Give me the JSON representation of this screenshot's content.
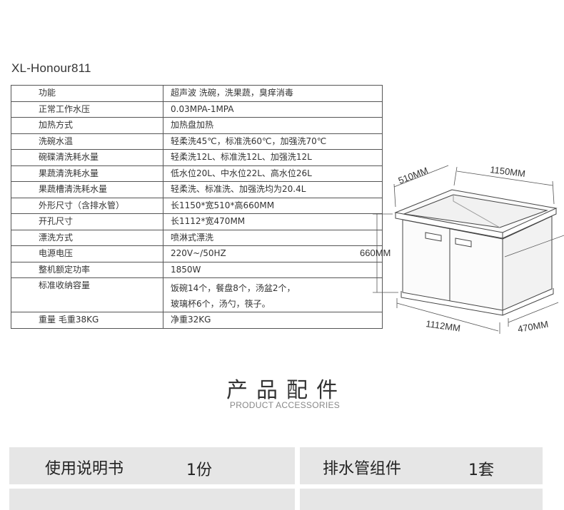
{
  "model": "XL-Honour811",
  "specs": [
    {
      "label": "功能",
      "value": "超声波 洗碗，洗果蔬，臭痒消毒"
    },
    {
      "label": "正常工作水压",
      "value": "0.03MPA-1MPA"
    },
    {
      "label": "加热方式",
      "value": "加热盘加热"
    },
    {
      "label": "洗碗水温",
      "value": "轻柔洗45℃，标准洗60℃，加强洗70℃"
    },
    {
      "label": "碗碟清洗耗水量",
      "value": "轻柔洗12L、标准洗12L、加强洗12L"
    },
    {
      "label": "果蔬清洗耗水量",
      "value": "低水位20L、中水位22L、高水位26L"
    },
    {
      "label": "果蔬槽清洗耗水量",
      "value": "轻柔洗、标准洗、加强洗均为20.4L"
    },
    {
      "label": "外形尺寸（含排水管）",
      "value": "长1150*宽510*高660MM"
    },
    {
      "label": "开孔尺寸",
      "value": "长1112*宽470MM"
    },
    {
      "label": "漂洗方式",
      "value": "喷淋式漂洗"
    },
    {
      "label": "电源电压",
      "value": "220V~/50HZ"
    },
    {
      "label": "整机额定功率",
      "value": "1850W"
    },
    {
      "label": "标准收纳容量",
      "value": "饭碗14个，餐盘8个，汤盆2个，",
      "value2": "玻璃杯6个，汤勺，筷子。"
    },
    {
      "label": "重量  毛重38KG",
      "value": "净重32KG"
    }
  ],
  "dimensions": {
    "depth": "510MM",
    "length": "1150MM",
    "height": "660MM",
    "cut_length": "1112MM",
    "cut_width": "470MM"
  },
  "accessories": {
    "title": "产品配件",
    "subtitle": "PRODUCT ACCESSORIES",
    "items": [
      {
        "name": "使用说明书",
        "qty": "1份"
      },
      {
        "name": "排水管组件",
        "qty": "1套"
      }
    ]
  }
}
